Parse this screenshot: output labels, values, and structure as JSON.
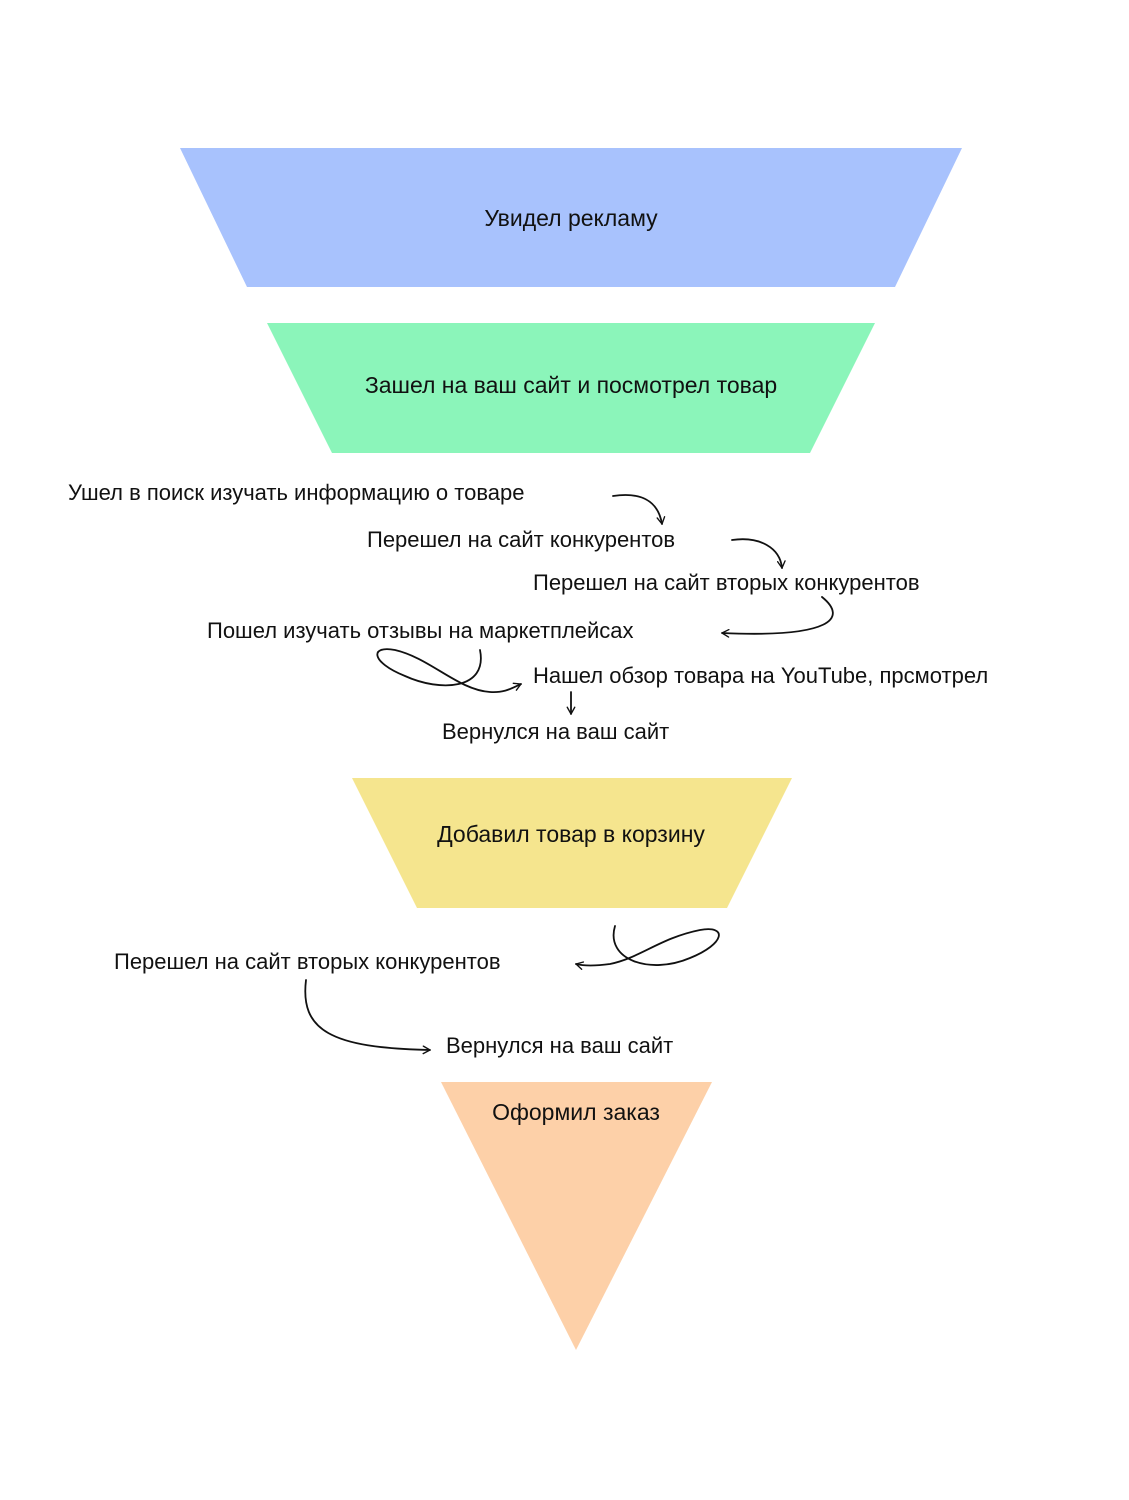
{
  "funnel": {
    "stages": [
      {
        "label": "Увидел рекламу",
        "color": "#A8C2FD"
      },
      {
        "label": "Зашел на ваш сайт и посмотрел товар",
        "color": "#8BF5BA"
      },
      {
        "label": "Добавил товар в корзину",
        "color": "#F5E58E"
      },
      {
        "label": "Оформил заказ",
        "color": "#FDD0A8"
      }
    ]
  },
  "journey": {
    "between_stage_2_and_3": [
      "Ушел в поиск изучать информацию о товаре",
      "Перешел на сайт конкурентов",
      "Перешел на сайт вторых конкурентов",
      "Пошел изучать отзывы на маркетплейсах",
      "Нашел обзор товара на YouTube, прсмотрел",
      "Вернулся на ваш сайт"
    ],
    "between_stage_3_and_4": [
      "Перешел на сайт вторых конкурентов",
      "Вернулся на ваш сайт"
    ]
  }
}
